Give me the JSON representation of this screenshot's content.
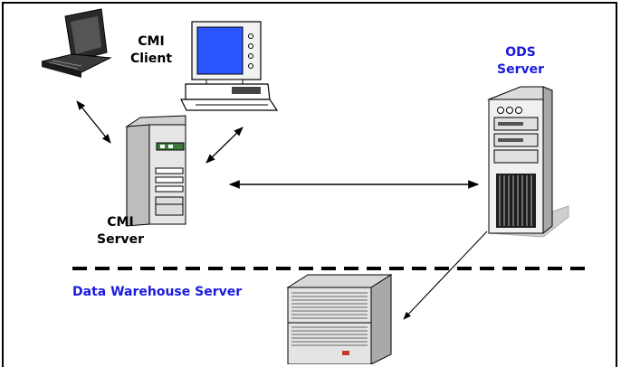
{
  "labels": {
    "cmi_client": [
      "CMI",
      "Client"
    ],
    "ods_server": [
      "ODS",
      "Server"
    ],
    "cmi_server": [
      "CMI",
      "Server"
    ],
    "data_warehouse": "Data Warehouse Server"
  },
  "colors": {
    "client_screen": "#2b55ff",
    "blue_label": "#1a1ae0",
    "line": "#000000"
  },
  "icons": [
    "laptop-icon",
    "desktop-computer-icon",
    "cmi-server-tower-icon",
    "ods-server-tower-icon",
    "data-warehouse-server-icon"
  ]
}
